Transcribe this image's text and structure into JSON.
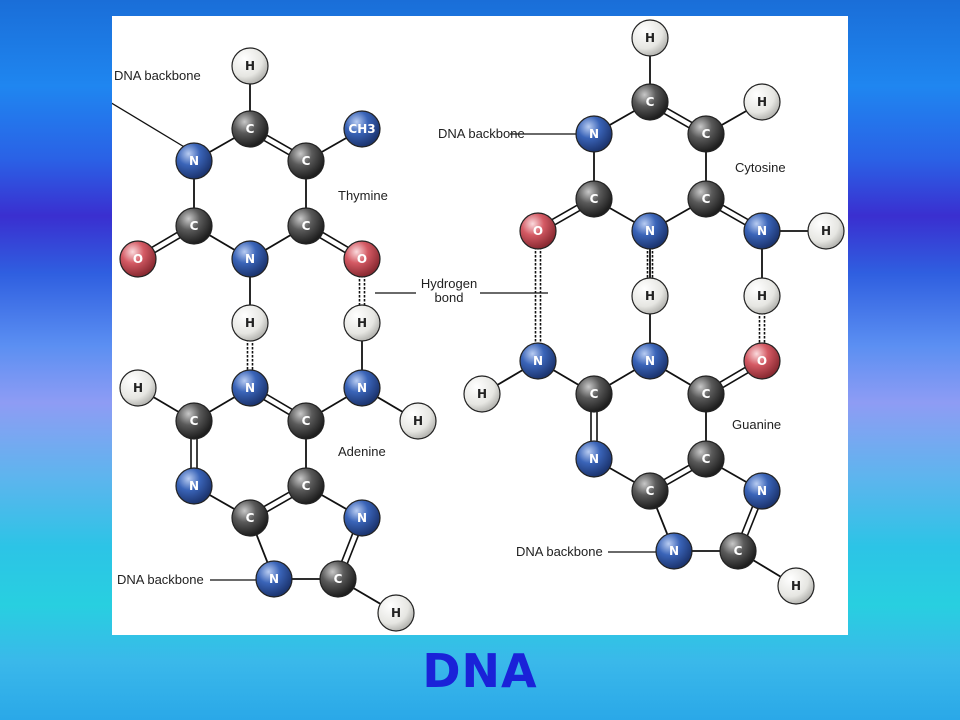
{
  "title": "DNA",
  "labels": {
    "thymine": "Thymine",
    "adenine": "Adenine",
    "cytosine": "Cytosine",
    "guanine": "Guanine",
    "hydrogen_bond_line1": "Hydrogen",
    "hydrogen_bond_line2": "bond",
    "backbone_top_left": "DNA backbone",
    "backbone_bottom_left": "DNA backbone",
    "backbone_top_right": "DNA backbone",
    "backbone_bottom_right": "DNA backbone"
  },
  "atoms": {
    "H": "H",
    "C": "C",
    "N": "N",
    "O": "O",
    "CH3": "CH3"
  },
  "colors": {
    "H": "#eeeeea",
    "C": "#555555",
    "N": "#3a64b8",
    "O": "#d45a64"
  }
}
